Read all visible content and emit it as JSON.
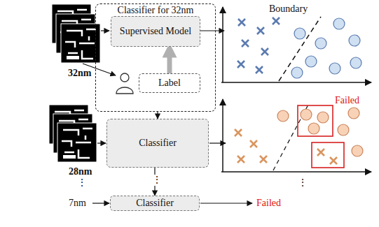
{
  "diagram": {
    "nodes": [
      {
        "text": [
          "Classifier for 32nm"
        ]
      },
      {
        "text": [
          "Supervised Model"
        ],
        "in": 0
      },
      {
        "text": [
          "Label"
        ],
        "in": 0
      },
      {
        "text": [
          "Classifier"
        ]
      },
      {
        "text": [
          "Classifier"
        ]
      }
    ],
    "edges": [
      {
        "from": 2,
        "to": 1,
        "arrow": "to"
      },
      {
        "from": 0,
        "to": 3,
        "arrow": "to"
      },
      {
        "from": 3,
        "to": 4,
        "arrow": "to"
      }
    ],
    "labels": [
      "Boundary",
      "32nm",
      "Failed",
      "28nm",
      "⋮",
      "⋮",
      "⋮",
      "7nm",
      "Failed"
    ]
  }
}
